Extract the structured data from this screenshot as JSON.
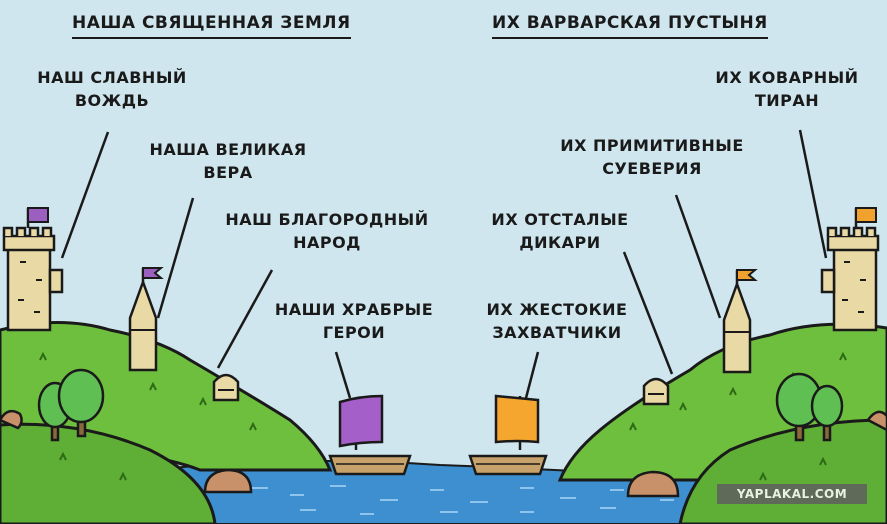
{
  "headings": {
    "left": "НАША СВЯЩЕННАЯ ЗЕМЛЯ",
    "right": "ИХ ВАРВАРСКАЯ ПУСТЫНЯ"
  },
  "labels": {
    "left": [
      {
        "line1": "НАШ СЛАВНЫЙ",
        "line2": "ВОЖДЬ"
      },
      {
        "line1": "НАША ВЕЛИКАЯ",
        "line2": "ВЕРА"
      },
      {
        "line1": "НАШ БЛАГОРОДНЫЙ",
        "line2": "НАРОД"
      },
      {
        "line1": "НАШИ ХРАБРЫЕ",
        "line2": "ГЕРОИ"
      }
    ],
    "right": [
      {
        "line1": "ИХ КОВАРНЫЙ",
        "line2": "ТИРАН"
      },
      {
        "line1": "ИХ ПРИМИТИВНЫЕ",
        "line2": "СУЕВЕРИЯ"
      },
      {
        "line1": "ИХ ОТСТАЛЫЕ",
        "line2": "ДИКАРИ"
      },
      {
        "line1": "ИХ ЖЕСТОКИЕ",
        "line2": "ЗАХВАТЧИКИ"
      }
    ]
  },
  "watermark": "YAPLAKAL.COM",
  "colors": {
    "sky": "#cfe6ee",
    "grass": "#6fbf3f",
    "grass_dark": "#4f9a2a",
    "water": "#3d8fd0",
    "stone": "#e9d9a4",
    "left_flag": "#9b5fc0",
    "right_flag": "#f1a22e",
    "left_sail": "#a45fc8",
    "right_sail": "#f4a62e",
    "boat": "#c7a26b",
    "tree": "#5fbf52"
  }
}
